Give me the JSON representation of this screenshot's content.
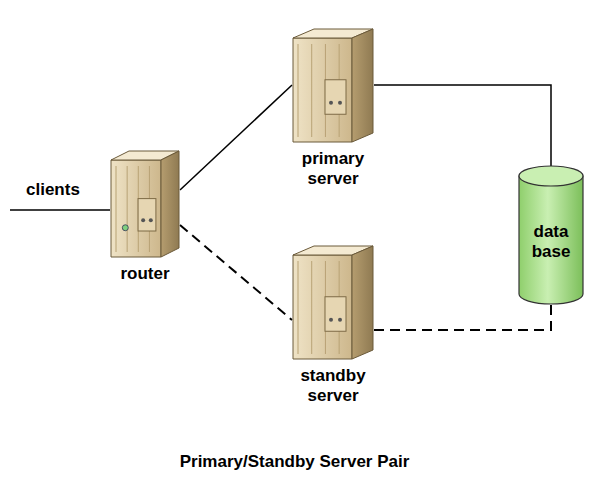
{
  "diagram": {
    "caption": "Primary/Standby Server Pair",
    "nodes": [
      {
        "text": [
          "router"
        ]
      },
      {
        "text": [
          "primary server"
        ]
      },
      {
        "text": [
          "standby server"
        ]
      },
      {
        "text": [
          "data base"
        ]
      }
    ],
    "edges": [
      {
        "from": 0,
        "to": 1,
        "arrow": "none"
      },
      {
        "from": 0,
        "to": 2,
        "arrow": "none"
      },
      {
        "from": 1,
        "to": 3,
        "arrow": "none"
      },
      {
        "from": 2,
        "to": 3,
        "arrow": "none"
      }
    ],
    "labels": [
      "clients"
    ]
  }
}
